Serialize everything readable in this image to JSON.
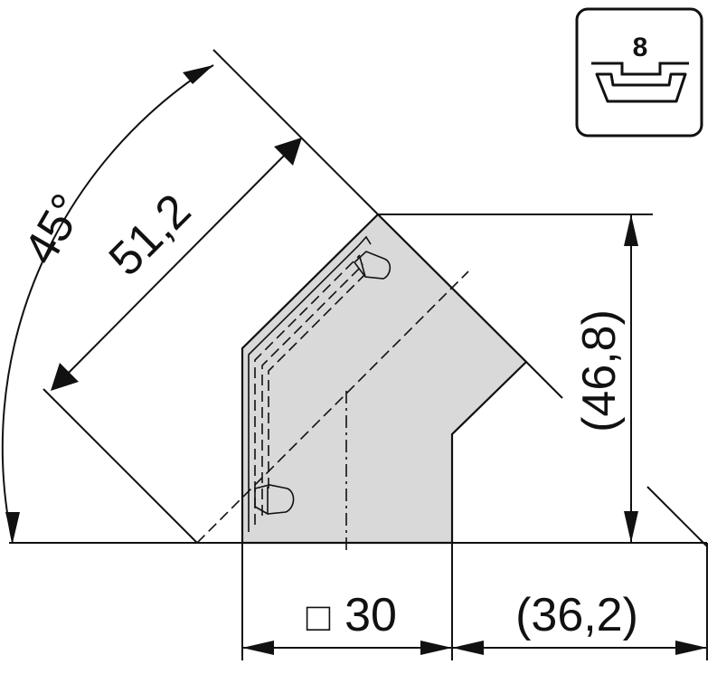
{
  "drawing": {
    "colors": {
      "line": "#111111",
      "profile_fill": "#d9d9d9",
      "background": "#ffffff"
    }
  },
  "dimensions": {
    "angle_label": "45°",
    "diagonal_width_label": "51,2",
    "height_label": "(46,8)",
    "square_size_symbol": "□",
    "square_size_value": "30",
    "offset_width_label": "(36,2)"
  },
  "badge": {
    "slot_size_label": "8",
    "icon": "slot-profile-icon"
  }
}
